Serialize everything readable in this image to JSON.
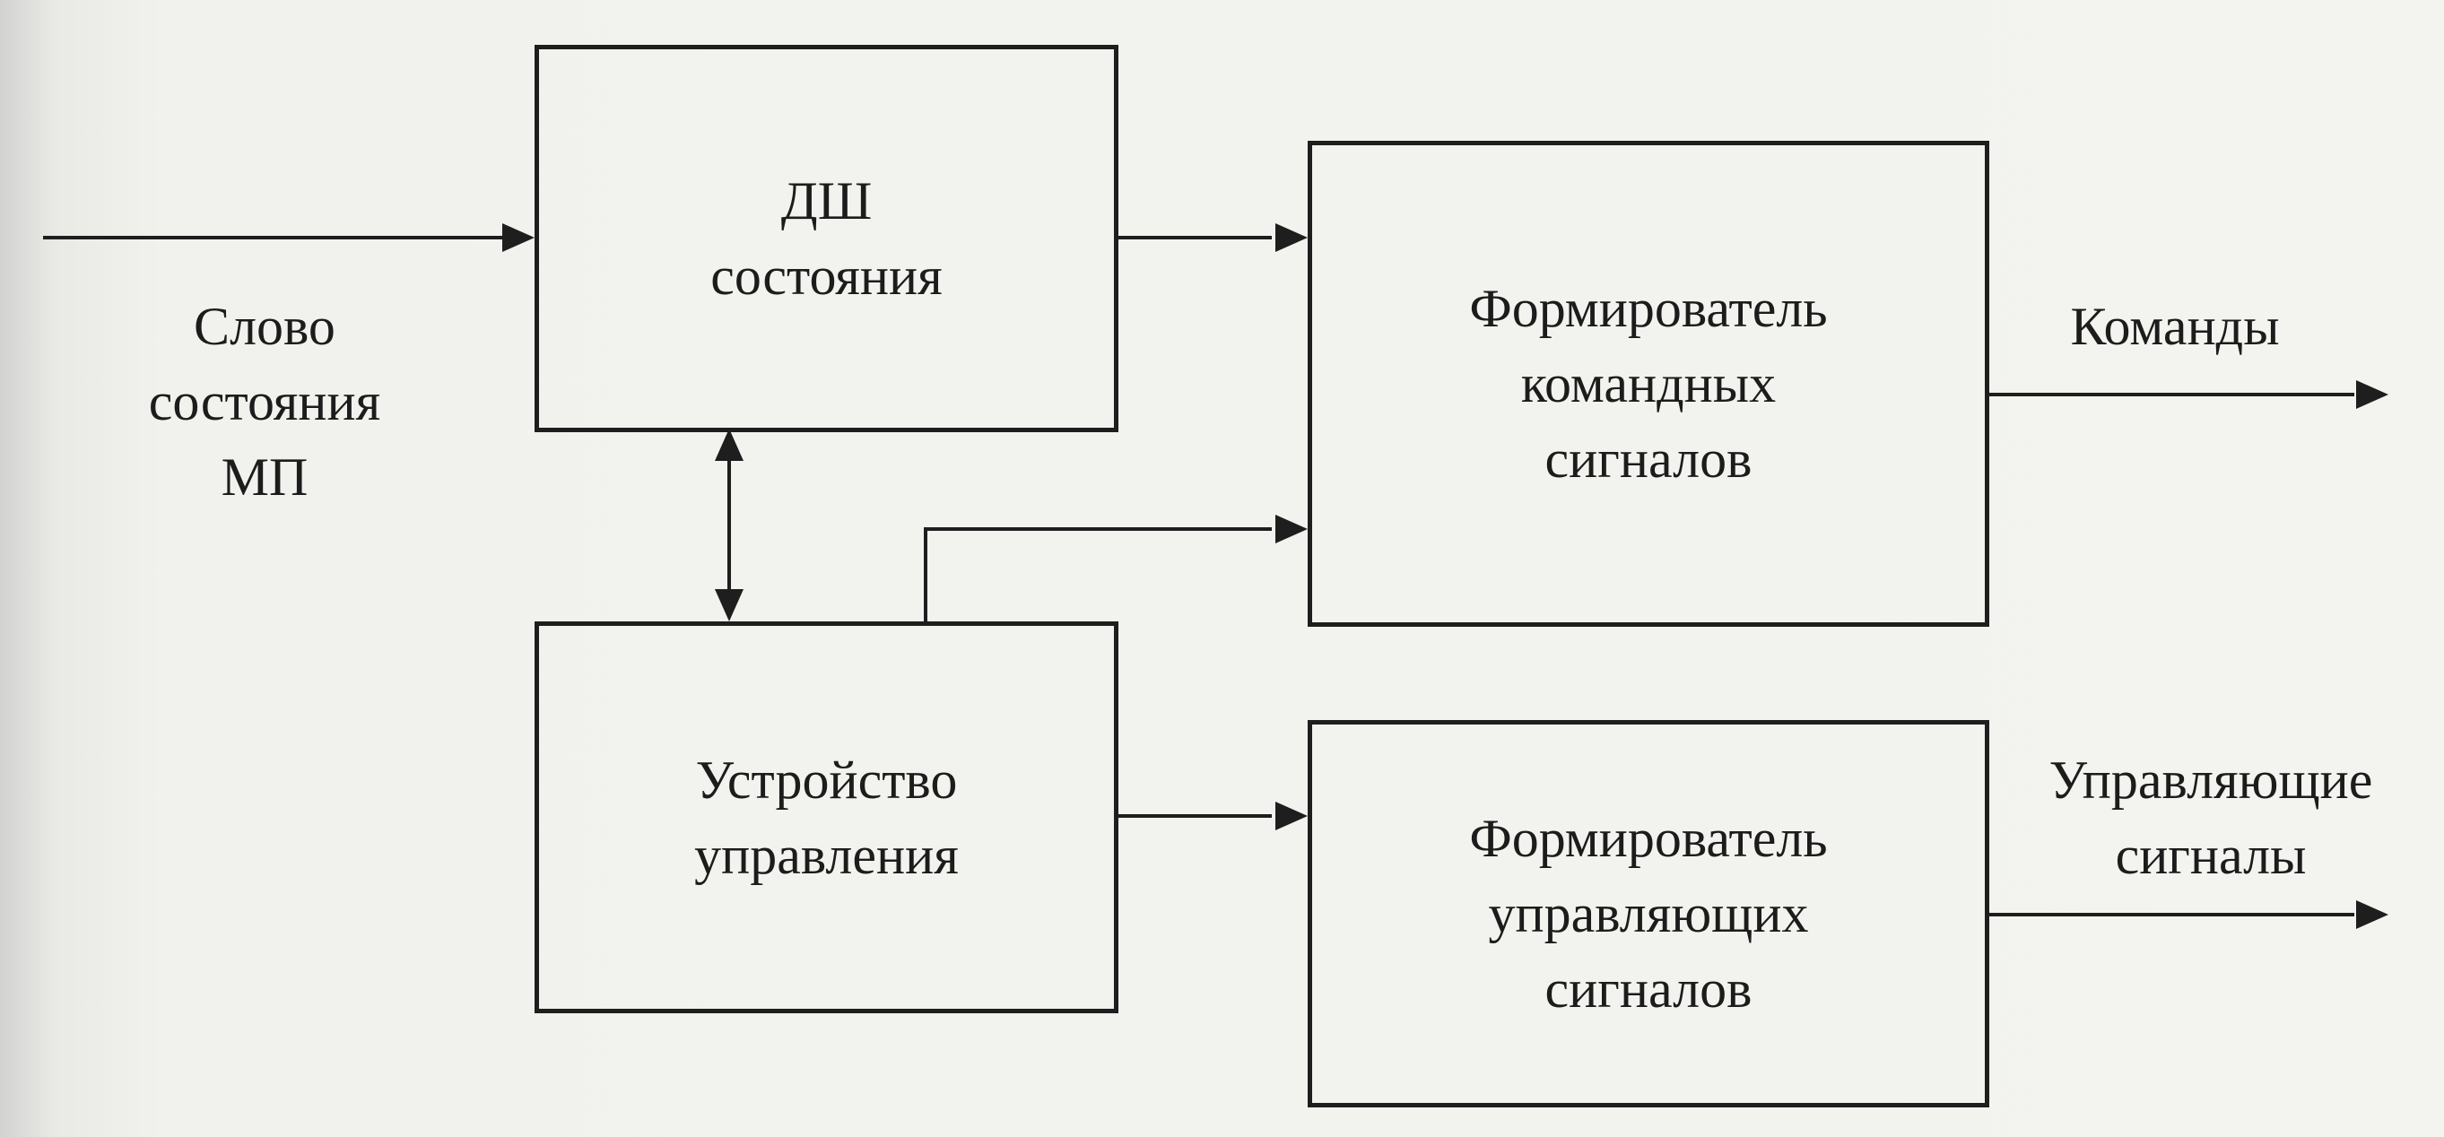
{
  "blocks": {
    "state_decoder": "ДШ\nсостояния",
    "control_unit": "Устройство\nуправления",
    "command_former": "Формирователь\nкомандных\nсигналов",
    "control_signal_former": "Формирователь\nуправляющих\nсигналов"
  },
  "signals": {
    "input_label": "Слово\nсостояния\nМП",
    "commands_label": "Команды",
    "control_signals_label": "Управляющие\nсигналы"
  },
  "colors": {
    "line": "#1e1e1e",
    "paper": "#f3f3ef"
  }
}
